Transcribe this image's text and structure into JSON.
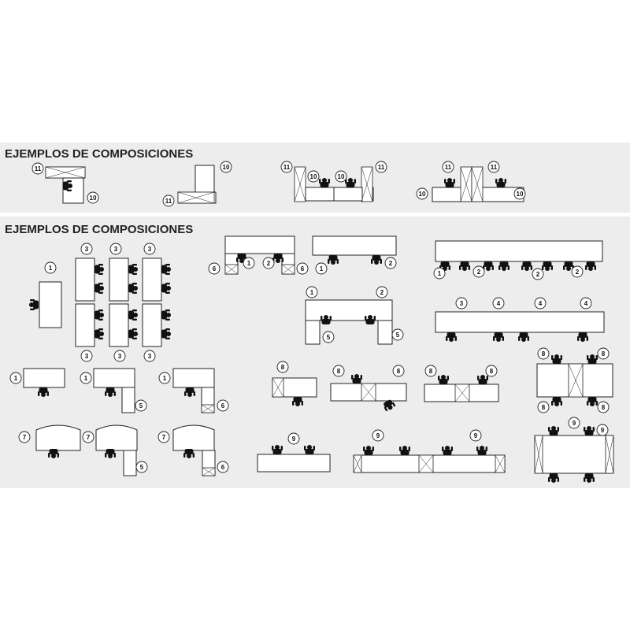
{
  "sections": {
    "top_title": "EJEMPLOS DE COMPOSICIONES",
    "bottom_title": "EJEMPLOS DE COMPOSICIONES"
  },
  "colors": {
    "panel_background": "#ededed",
    "line": "#222222",
    "desk_fill": "#ffffff"
  },
  "icons": {
    "chair": "person-at-desk-icon",
    "storage": "cabinet-icon",
    "label": "number-bubble"
  },
  "labels": {
    "n1": "1",
    "n2": "2",
    "n3": "3",
    "n4": "4",
    "n5": "5",
    "n6": "6",
    "n7": "7",
    "n8": "8",
    "n9": "9",
    "n10": "10",
    "n11": "11"
  }
}
